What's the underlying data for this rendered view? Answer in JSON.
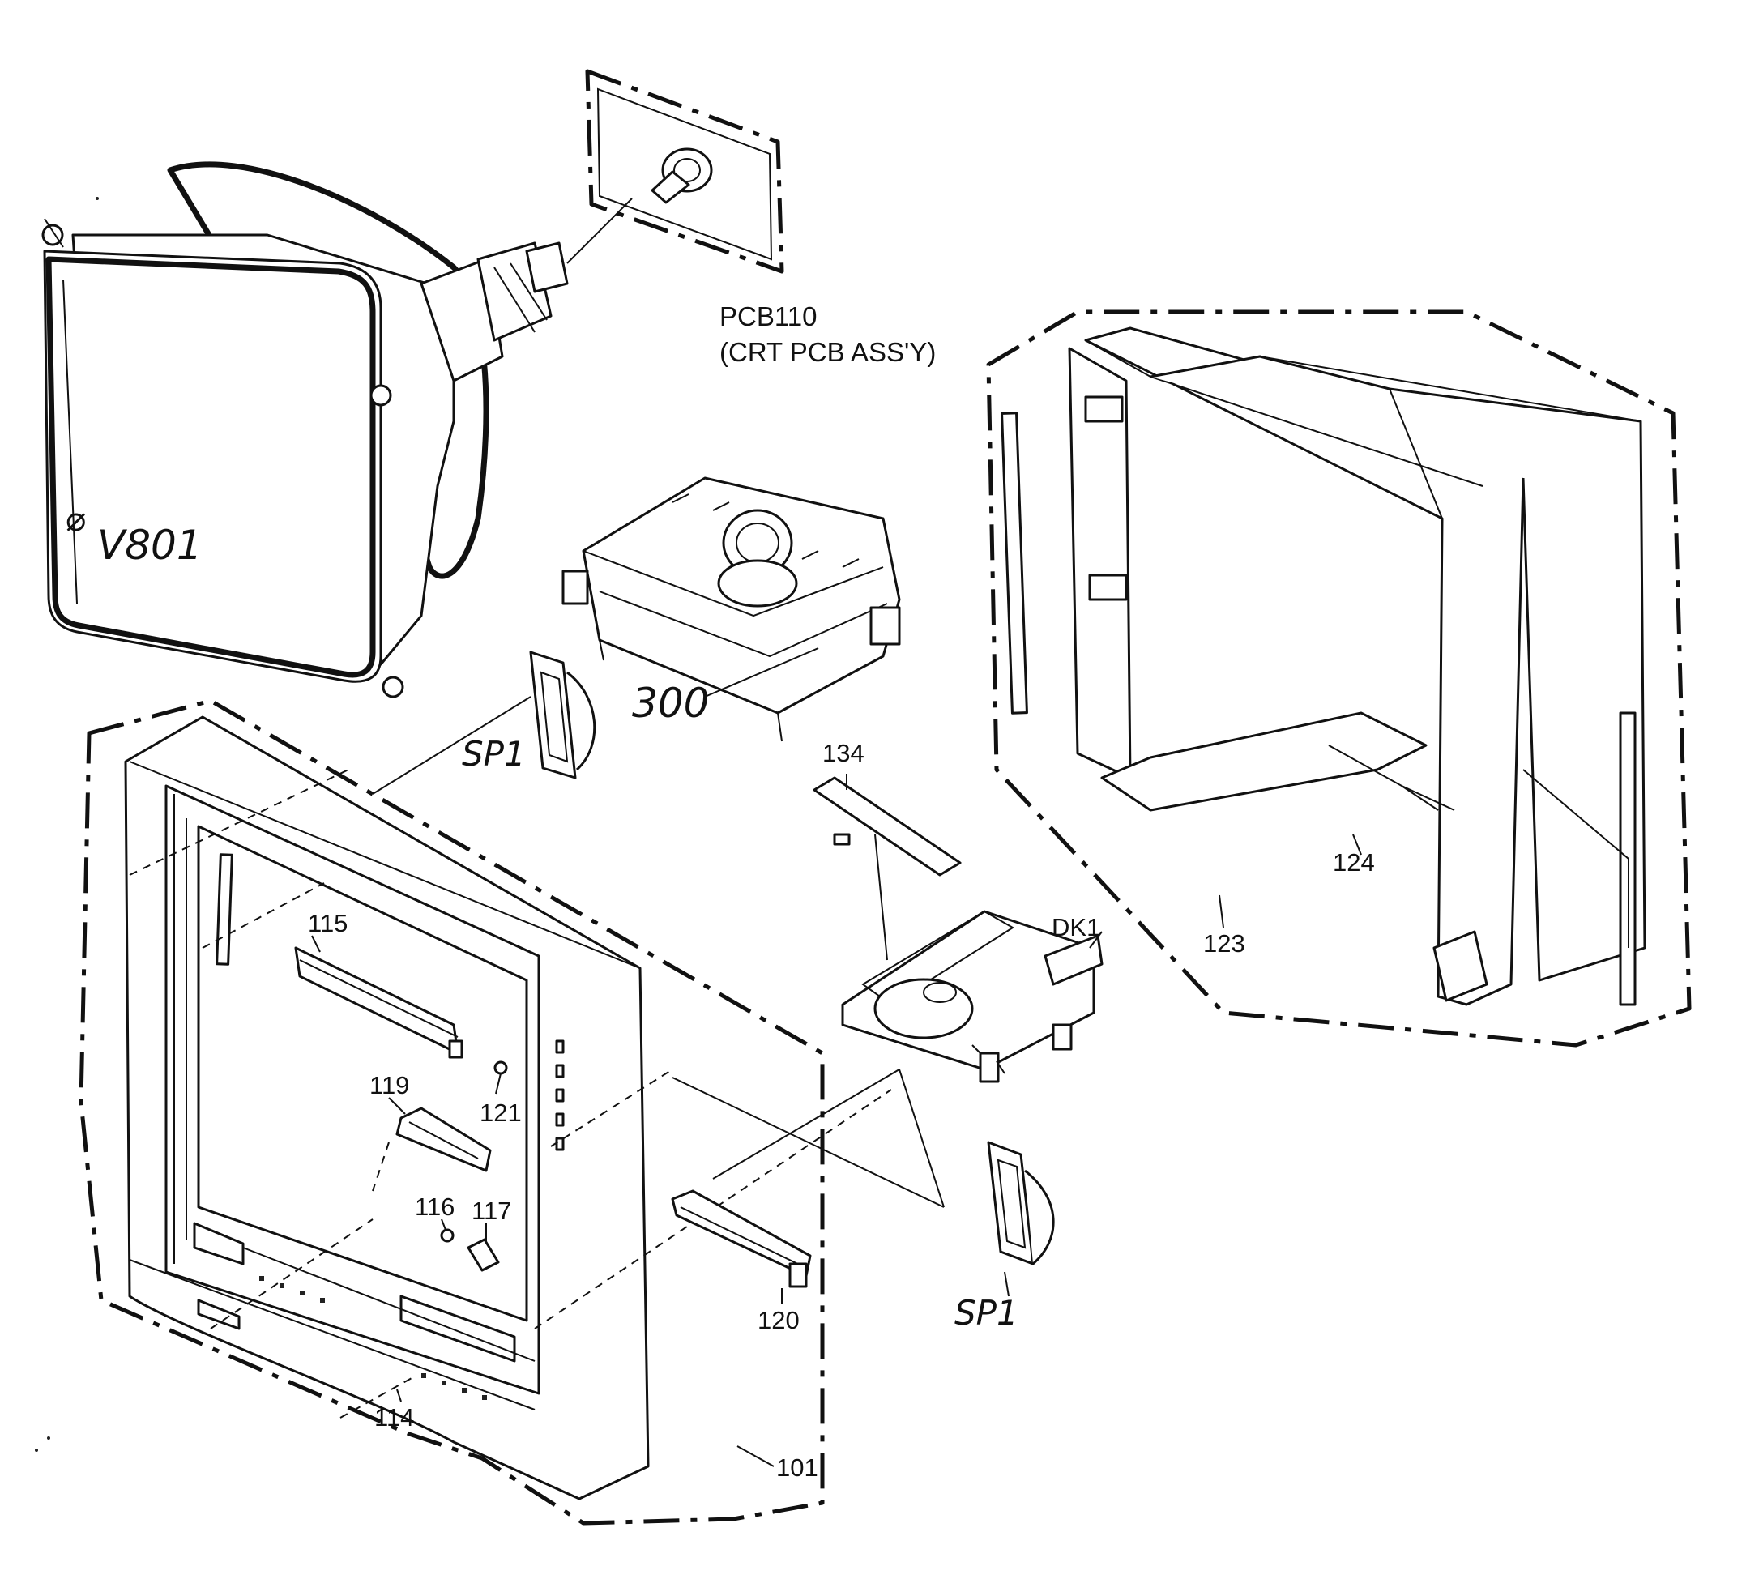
{
  "labels": {
    "crt": "V801",
    "crt_pcb_code": "PCB110",
    "crt_pcb_name": "(CRT PCB ASS'Y)",
    "deck": "300",
    "speaker_left": "SP1",
    "speaker_right": "SP1",
    "dvd_loader": "DK1",
    "p134": "134",
    "p124": "124",
    "p123": "123",
    "p115": "115",
    "p119": "119",
    "p121": "121",
    "p116": "116",
    "p117": "117",
    "p120": "120",
    "p114": "114",
    "p101": "101"
  }
}
